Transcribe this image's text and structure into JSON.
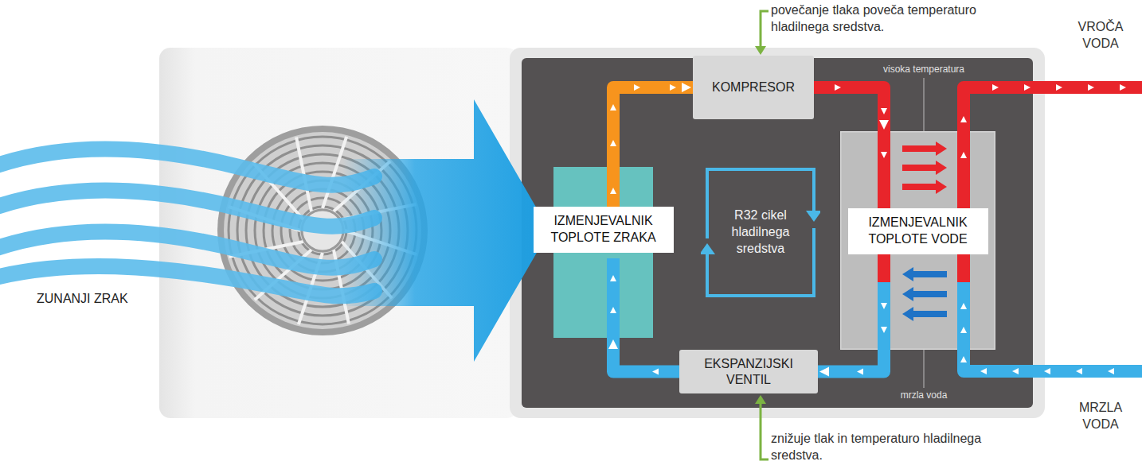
{
  "diagram": {
    "nodes": [
      {
        "text": [
          "KOMPRESOR"
        ]
      },
      {
        "text": [
          "IZMENJEVALNIK TOPLOTE ZRAKA"
        ]
      },
      {
        "text": [
          "R32 cikel hladilnega sredstva"
        ]
      },
      {
        "text": [
          "IZMENJEVALNIK TOPLOTE VODE"
        ]
      },
      {
        "text": [
          "EKSPANZIJSKI VENTIL"
        ]
      }
    ],
    "edges": [
      {
        "from": 1,
        "to": 0,
        "arrow": "to"
      },
      {
        "from": 0,
        "to": 3,
        "arrow": "to"
      },
      {
        "from": 3,
        "to": 4,
        "arrow": "to"
      },
      {
        "from": 4,
        "to": 1,
        "arrow": "to"
      }
    ],
    "labels": [
      "povečanje tlaka poveča temperaturo hladilnega sredstva.",
      "VROČA VODA",
      "visoka temperatura",
      "ZUNANJI ZRAK",
      "mrzla voda",
      "MRZLA VODA",
      "znižuje tlak in temperaturo hladilnega sredstva."
    ]
  }
}
